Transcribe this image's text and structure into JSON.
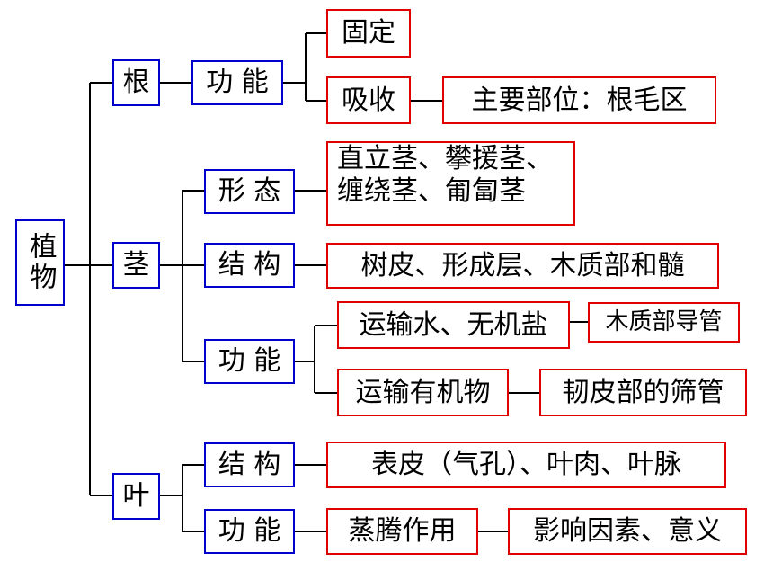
{
  "root": {
    "label": "植物"
  },
  "organs": {
    "root_organ": "根",
    "stem": "茎",
    "leaf": "叶"
  },
  "categories": {
    "function": "功 能",
    "morphology": "形 态",
    "structure": "结 构"
  },
  "root_branch": {
    "fix": "固定",
    "absorb": "吸收",
    "absorb_site": "主要部位：根毛区"
  },
  "stem_branch": {
    "morphology_line1": "直立茎、攀援茎、",
    "morphology_line2": "缠绕茎、匍匐茎",
    "structure": "树皮、形成层、木质部和髓",
    "transport_water": "运输水、无机盐",
    "water_path": "木质部导管",
    "transport_organic": "运输有机物",
    "organic_path": "韧皮部的筛管"
  },
  "leaf_branch": {
    "structure": "表皮（气孔）、叶肉、叶脉",
    "transpiration": "蒸腾作用",
    "factors": "影响因素、意义"
  },
  "colors": {
    "blue_border": "#0000cc",
    "red_border": "#e00000",
    "connector": "#000000"
  }
}
